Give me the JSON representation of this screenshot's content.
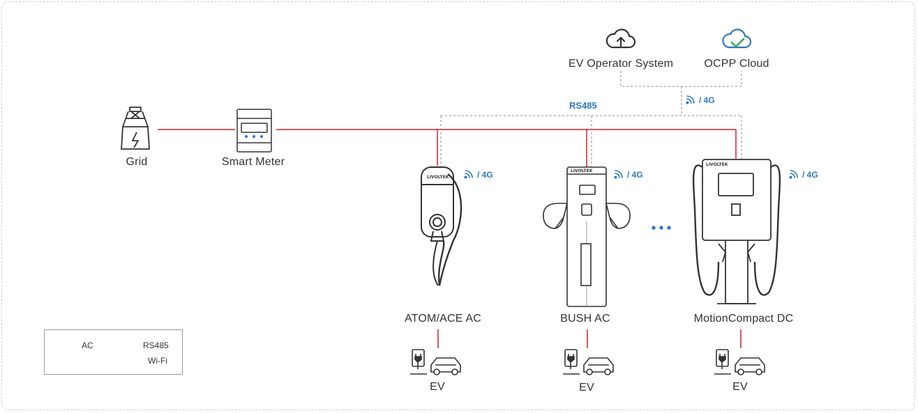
{
  "nodes": {
    "ev_operator_system": "EV Operator System",
    "ocpp_cloud": "OCPP Cloud",
    "grid": "Grid",
    "smart_meter": "Smart Meter",
    "atom_ace": "ATOM/ACE AC",
    "bush": "BUSH AC",
    "motion_compact": "MotionCompact DC",
    "ev": "EV"
  },
  "network": {
    "rs485": "RS485",
    "wireless": "/ 4G"
  },
  "legend": {
    "ac": "AC",
    "rs485": "RS485",
    "wifi": "Wi-Fi"
  },
  "brand_logo": "LIVOLTEK",
  "colors": {
    "ac_line": "#d0202a",
    "signal_blue": "#2e78c4",
    "cloud_green": "#34a853",
    "device_outline": "#333333",
    "dashed_line": "#888888"
  }
}
